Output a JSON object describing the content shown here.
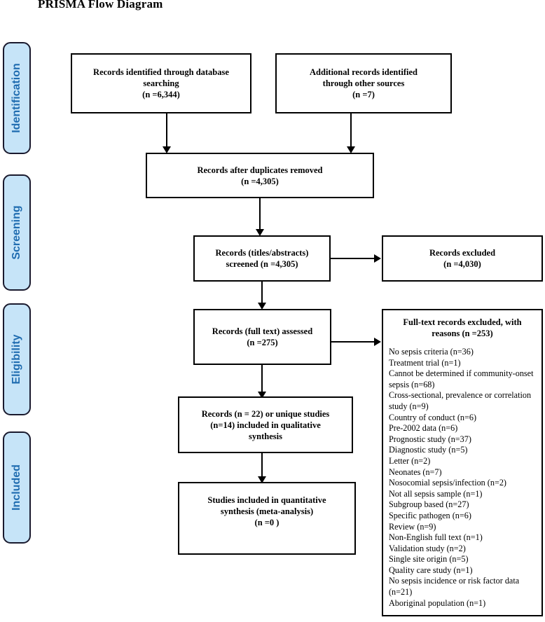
{
  "page": {
    "title": "PRISMA Flow Diagram",
    "accent_blue": "#c6e4f8",
    "accent_blue_text": "#1f6cb0",
    "border_color": "#000000",
    "background": "#ffffff"
  },
  "stages": [
    {
      "label": "Identification"
    },
    {
      "label": "Screening"
    },
    {
      "label": "Eligibility"
    },
    {
      "label": "Included"
    }
  ],
  "boxes": {
    "db_search": {
      "line1": "Records identified through database",
      "line2": "searching",
      "line3": "(n =6,344)"
    },
    "other_sources": {
      "line1": "Additional records identified",
      "line2": "through other sources",
      "line3": "(n =7)"
    },
    "duplicates_removed": {
      "line1": "Records after duplicates removed",
      "line2": "(n =4,305)"
    },
    "screened": {
      "line1": "Records (titles/abstracts)",
      "line2": "screened (n =4,305)"
    },
    "records_excluded": {
      "line1": "Records excluded",
      "line2": "(n =4,030)"
    },
    "fulltext_assessed": {
      "line1": "Records (full text) assessed",
      "line2": "(n =275)"
    },
    "fulltext_excluded": {
      "heading_line1": "Full-text records excluded, with",
      "heading_line2": "reasons (n =253)",
      "reasons": [
        "No sepsis criteria (n=36)",
        "Treatment trial (n=1)",
        "Cannot be determined if community-onset sepsis (n=68)",
        "Cross-sectional, prevalence or correlation study (n=9)",
        "Country of conduct (n=6)",
        "Pre-2002 data (n=6)",
        "Prognostic study (n=37)",
        "Diagnostic study (n=5)",
        "Letter (n=2)",
        "Neonates (n=7)",
        "Nosocomial sepsis/infection (n=2)",
        "Not all sepsis sample (n=1)",
        "Subgroup based (n=27)",
        "Specific pathogen (n=6)",
        "Review (n=9)",
        "Non-English full text (n=1)",
        "Validation study (n=2)",
        "Single site origin (n=5)",
        "Quality care study (n=1)",
        "No sepsis incidence or risk factor data (n=21)",
        "Aboriginal population (n=1)"
      ]
    },
    "qualitative": {
      "line1": "Records (n = 22) or unique studies",
      "line2": "(n=14) included in qualitative",
      "line3": "synthesis"
    },
    "quantitative": {
      "line1": "Studies included in quantitative",
      "line2": "synthesis (meta-analysis)",
      "line3": "(n =0 )"
    }
  }
}
